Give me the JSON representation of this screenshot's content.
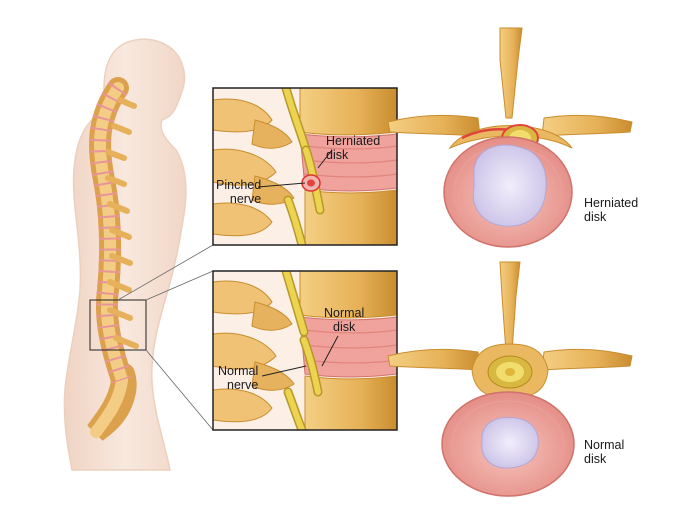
{
  "labels": {
    "herniated_disk_inset": "Herniated\ndisk",
    "pinched_nerve": "Pinched\nnerve",
    "normal_disk_inset": "Normal\ndisk",
    "normal_nerve": "Normal\nnerve",
    "herniated_disk_cross": "Herniated\ndisk",
    "normal_disk_cross": "Normal\ndisk"
  },
  "colors": {
    "skin": "#f6e3d7",
    "skin_edge": "#e9c8b3",
    "bone": "#e9b860",
    "bone_dark": "#c98d2e",
    "disk": "#f2a6a0",
    "disk_edge": "#d97a74",
    "nucleus": "#d9d3ee",
    "nerve": "#e5c746",
    "inflamed": "#e0443a",
    "frame": "#222222"
  }
}
